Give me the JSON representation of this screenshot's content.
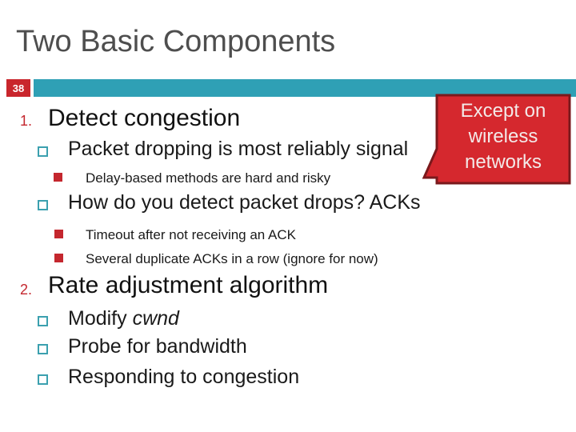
{
  "slide": {
    "title": "Two Basic Components",
    "page_number": "38",
    "colors": {
      "accent_teal": "#2fa0b5",
      "accent_red": "#c9262c",
      "callout_fill": "#d5282e",
      "callout_border": "#7a191c",
      "title_gray": "#4e4e4e"
    },
    "callout": {
      "line1": "Except on",
      "line2": "wireless",
      "line3": "networks"
    },
    "outline": {
      "item1": {
        "number": "1.",
        "heading": "Detect congestion"
      },
      "item1_sub1": {
        "text": "Packet dropping is most reliably signal"
      },
      "item1_sub1_sub1": {
        "text": "Delay-based methods are hard and risky"
      },
      "item1_sub2": {
        "text": "How do you detect packet drops? ACKs"
      },
      "item1_sub2_sub1": {
        "text": "Timeout after not receiving an ACK"
      },
      "item1_sub2_sub2": {
        "text": "Several duplicate ACKs in a row (ignore for now)"
      },
      "item2": {
        "number": "2.",
        "heading": "Rate adjustment algorithm"
      },
      "item2_sub1": {
        "text": "Modify ",
        "italic_suffix": "cwnd"
      },
      "item2_sub2": {
        "text": "Probe for bandwidth"
      },
      "item2_sub3": {
        "text": "Responding to congestion"
      }
    }
  }
}
